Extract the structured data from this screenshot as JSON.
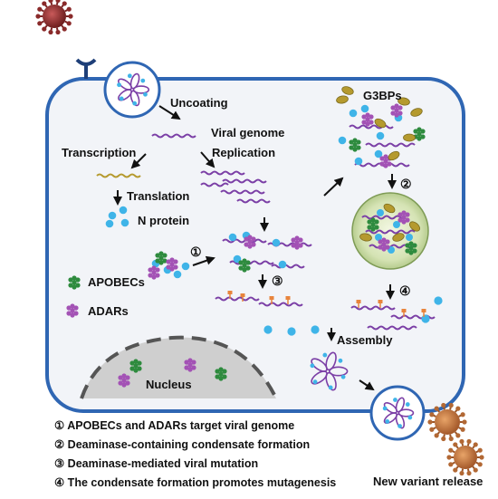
{
  "labels": {
    "uncoating": "Uncoating",
    "viral_genome": "Viral genome",
    "transcription": "Transcription",
    "replication": "Replication",
    "translation": "Translation",
    "n_protein": "N protein",
    "apobecs": "APOBECs",
    "adars": "ADARs",
    "g3bps": "G3BPs",
    "assembly": "Assembly",
    "nucleus": "Nucleus",
    "release": "New variant release"
  },
  "steps": {
    "s1": "①",
    "s2": "②",
    "s3": "③",
    "s4": "④"
  },
  "legend": [
    "① APOBECs and ADARs target viral genome",
    "② Deaminase-containing condensate formation",
    "③ Deaminase-mediated viral mutation",
    "④ The condensate formation promotes mutagenesis"
  ],
  "colors": {
    "membrane": "#2f66b3",
    "cytoplasm": "#f2f4f8",
    "rna": "#7b3fa6",
    "n_protein": "#3fb4e8",
    "apobec": "#2e8b3e",
    "adar": "#a352b5",
    "g3bp": "#b59a2e",
    "mutation": "#e8843c",
    "virus": "#9a2e2e",
    "new_variant": "#c8783a"
  }
}
